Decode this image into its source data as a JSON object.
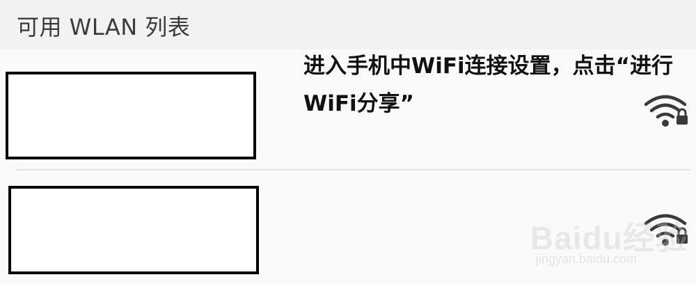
{
  "header": {
    "title": "可用 WLAN 列表"
  },
  "annotation": {
    "text": "进入手机中WiFi连接设置，点击“进行WiFi分享”"
  },
  "wifi_list": {
    "items": [
      {
        "name_redacted": true,
        "signal_icon": "wifi-lock-icon",
        "secured": true
      },
      {
        "name_redacted": true,
        "signal_icon": "wifi-lock-icon",
        "secured": true
      }
    ]
  },
  "watermark": {
    "logo": "Baidu经验",
    "url": "jingyan.baidu.com"
  }
}
